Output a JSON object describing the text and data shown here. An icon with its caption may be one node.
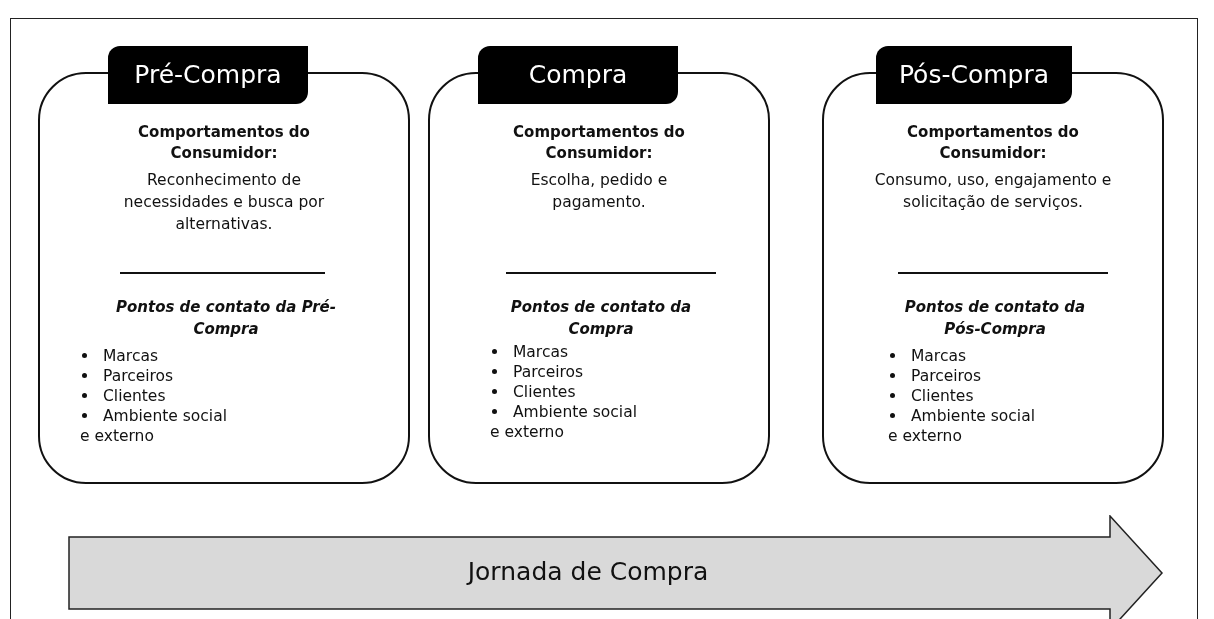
{
  "diagram": {
    "nodes": [
      {
        "text": [
          "Pré-Compra",
          "Comportamentos do Consumidor:",
          "Reconhecimento de necessidades e busca por alternativas.",
          "Pontos de contato da Pré-Compra",
          "Marcas",
          "Parceiros",
          "Clientes",
          "Ambiente social e externo"
        ]
      },
      {
        "text": [
          "Compra",
          "Comportamentos do Consumidor:",
          "Escolha, pedido e pagamento.",
          "Pontos de contato da Compra",
          "Marcas",
          "Parceiros",
          "Clientes",
          "Ambiente social e externo"
        ]
      },
      {
        "text": [
          "Pós-Compra",
          "Comportamentos do Consumidor:",
          "Consumo, uso, engajamento e solicitação de serviços.",
          "Pontos de contato da Pós-Compra",
          "Marcas",
          "Parceiros",
          "Clientes",
          "Ambiente social e externo"
        ]
      },
      {
        "text": [
          "Jornada de Compra"
        ]
      }
    ],
    "edges": []
  }
}
